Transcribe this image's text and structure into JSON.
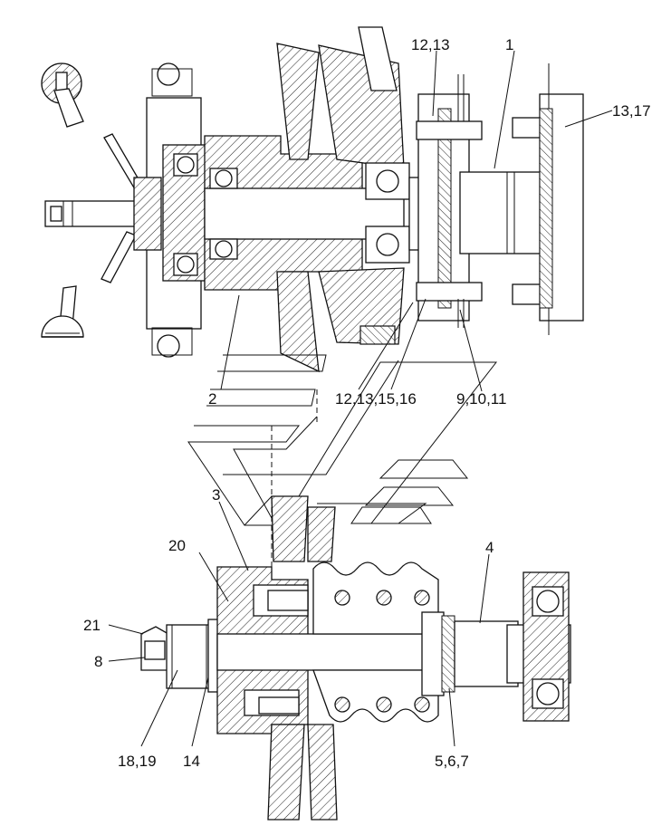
{
  "callouts": {
    "c1": "1",
    "c2": "2",
    "c3": "3",
    "c4": "4",
    "c8": "8",
    "c14": "14",
    "c20": "20",
    "c21": "21",
    "c12_13": "12,13",
    "c13_17": "13,17",
    "c12_13_15_16": "12,13,15,16",
    "c9_10_11": "9,10,11",
    "c5_6_7": "5,6,7",
    "c18_19": "18,19"
  }
}
